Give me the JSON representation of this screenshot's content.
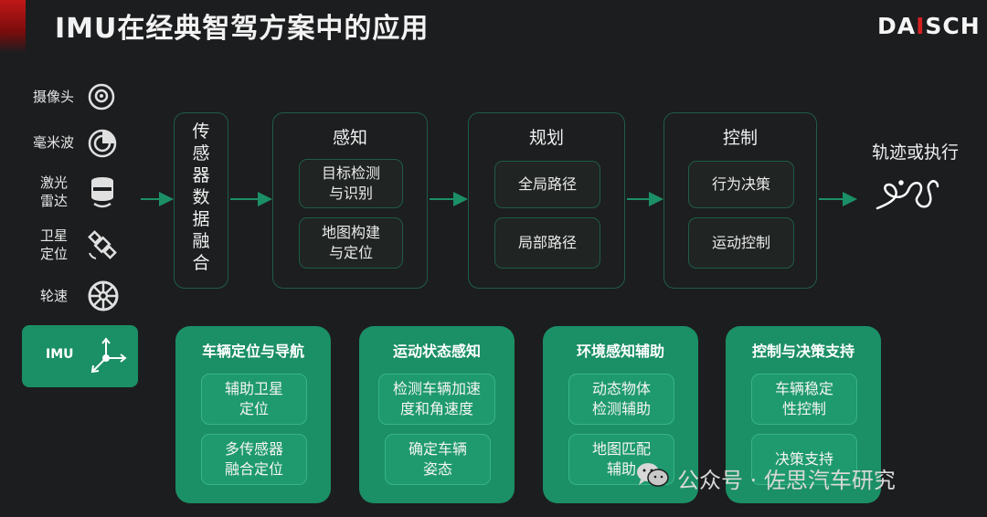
{
  "header": {
    "title": "IMU在经典智驾方案中的应用",
    "brand_prefix": "DA",
    "brand_hl": "I",
    "brand_suffix": "SCH"
  },
  "sensors": [
    {
      "label": "摄像头",
      "icon": "camera-icon"
    },
    {
      "label": "毫米波",
      "icon": "radar-icon"
    },
    {
      "label": "激光雷达",
      "label_lines": [
        "激光",
        "雷达"
      ],
      "icon": "lidar-icon"
    },
    {
      "label": "卫星定位",
      "label_lines": [
        "卫星",
        "定位"
      ],
      "icon": "satellite-icon"
    },
    {
      "label": "轮速",
      "icon": "wheel-icon"
    }
  ],
  "imu": {
    "label": "IMU",
    "icon": "imu-axes-icon"
  },
  "fusion": {
    "chars": [
      "传",
      "感",
      "器",
      "数",
      "据",
      "融",
      "合"
    ]
  },
  "stages": [
    {
      "title": "感知",
      "items": [
        [
          "目标检测",
          "与识别"
        ],
        [
          "地图构建",
          "与定位"
        ]
      ]
    },
    {
      "title": "规划",
      "items": [
        [
          "全局路径"
        ],
        [
          "局部路径"
        ]
      ]
    },
    {
      "title": "控制",
      "items": [
        [
          "行为决策"
        ],
        [
          "运动控制"
        ]
      ]
    }
  ],
  "output": {
    "label": "轨迹或执行",
    "icon": "trajectory-icon"
  },
  "imu_apps": [
    {
      "title": "车辆定位与导航",
      "items": [
        [
          "辅助卫星",
          "定位"
        ],
        [
          "多传感器",
          "融合定位"
        ]
      ]
    },
    {
      "title": "运动状态感知",
      "items": [
        [
          "检测车辆加速",
          "度和角速度"
        ],
        [
          "确定车辆",
          "姿态"
        ]
      ]
    },
    {
      "title": "环境感知辅助",
      "items": [
        [
          "动态物体",
          "检测辅助"
        ],
        [
          "地图匹配",
          "辅助"
        ]
      ]
    },
    {
      "title": "控制与决策支持",
      "items": [
        [
          "车辆稳定",
          "性控制"
        ],
        [
          "决策支持"
        ]
      ]
    }
  ],
  "watermark": {
    "text": "公众号 · 佐思汽车研究",
    "icon": "wechat-icon"
  },
  "colors": {
    "accent_green": "#1b8f66",
    "outline_green": "#1f5c47",
    "brand_red": "#d42020",
    "background": "#1c1d1f"
  }
}
